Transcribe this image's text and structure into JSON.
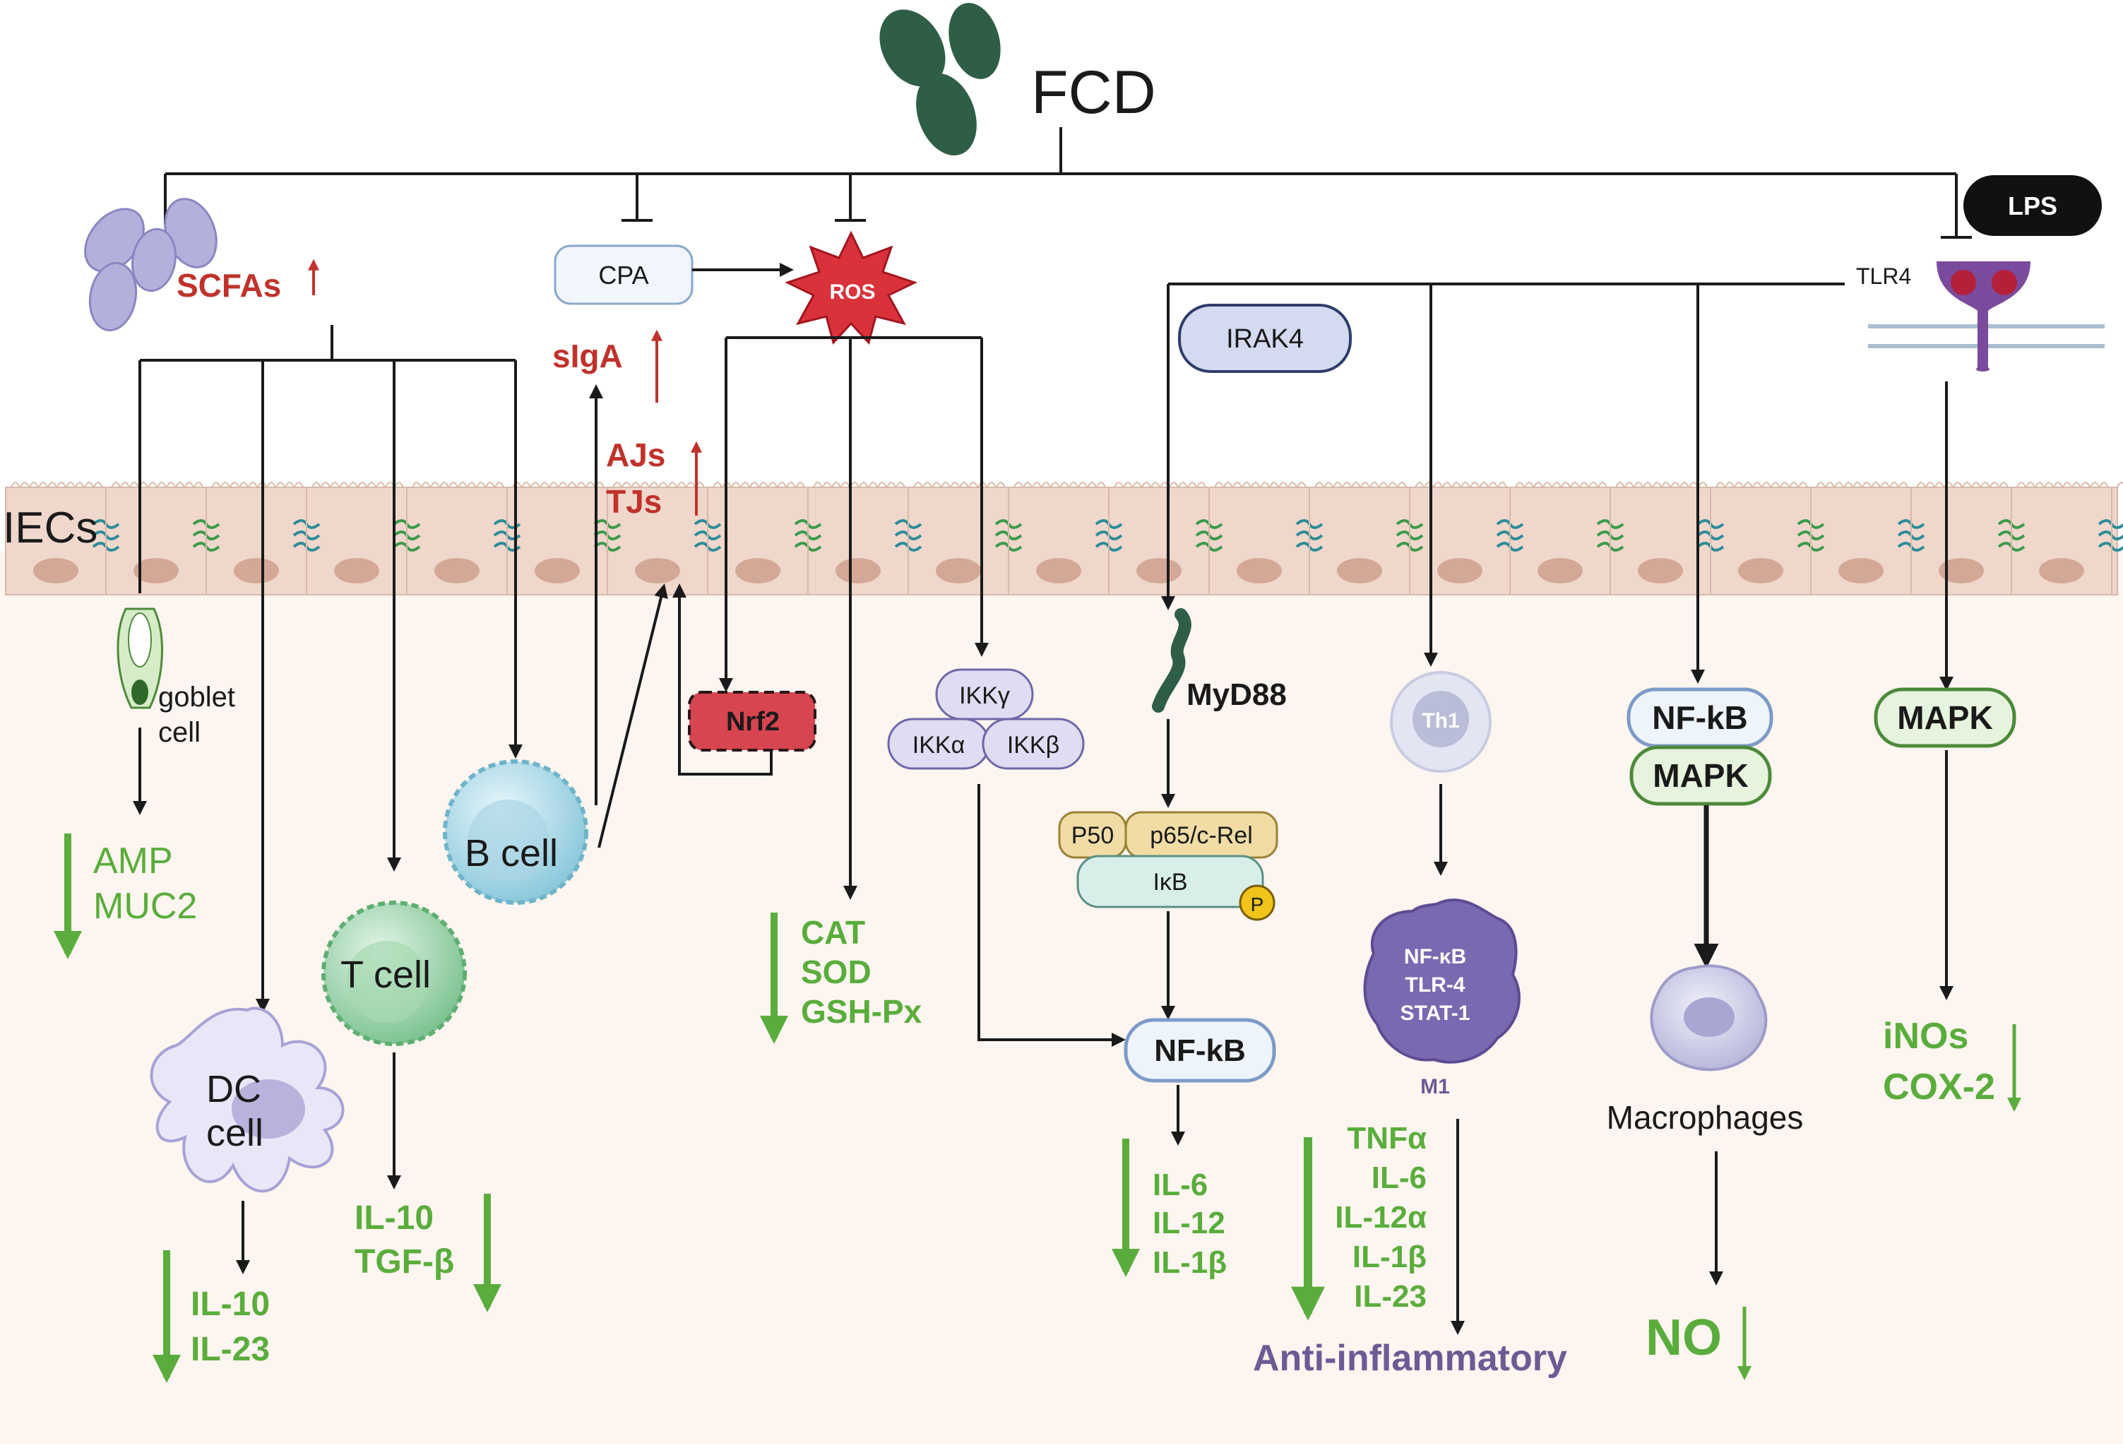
{
  "title": "FCD",
  "lps": "LPS",
  "tlr4": "TLR4",
  "iecs": "IECs",
  "scfas": "SCFAs",
  "cpa": "CPA",
  "ros": "ROS",
  "siga": "sIgA",
  "ajs": "AJs",
  "tjs": "TJs",
  "irak4": "IRAK4",
  "myd88": "MyD88",
  "goblet": [
    "goblet",
    "cell"
  ],
  "amp": [
    "AMP",
    "MUC2"
  ],
  "b_cell": "B cell",
  "t_cell": "T cell",
  "dc_cell": [
    "DC",
    "cell"
  ],
  "dc_out": [
    "IL-10",
    "IL-23"
  ],
  "t_out": [
    "IL-10",
    "TGF-β"
  ],
  "nrf2": "Nrf2",
  "antiox": [
    "CAT",
    "SOD",
    "GSH-Px"
  ],
  "ikk": {
    "gamma": "IKKγ",
    "alpha": "IKKα",
    "beta": "IKKβ"
  },
  "p50": "P50",
  "p65": "p65/c-Rel",
  "ikb": "IκB",
  "p": "P",
  "nfkb_center": "NF-kB",
  "nfkb_out": [
    "IL-6",
    "IL-12",
    "IL-1β"
  ],
  "th1": "Th1",
  "m1_inner": [
    "NF-κB",
    "TLR-4",
    "STAT-1"
  ],
  "m1": "M1",
  "m1_out": [
    "TNFα",
    "IL-6",
    "IL-12α",
    "IL-1β",
    "IL-23"
  ],
  "anti": "Anti-inflammatory",
  "nfkb_right": "NF-kB",
  "mapk_right": "MAPK",
  "macrophages": "Macrophages",
  "no": "NO",
  "mapk_far": "MAPK",
  "inos": [
    "iNOs",
    "COX-2"
  ],
  "colors": {
    "dark_green": "#2f5e47",
    "red": "#c0322b",
    "green": "#5aad3c",
    "purple": "#6b5b95",
    "epithelium": "#efd7cc"
  }
}
